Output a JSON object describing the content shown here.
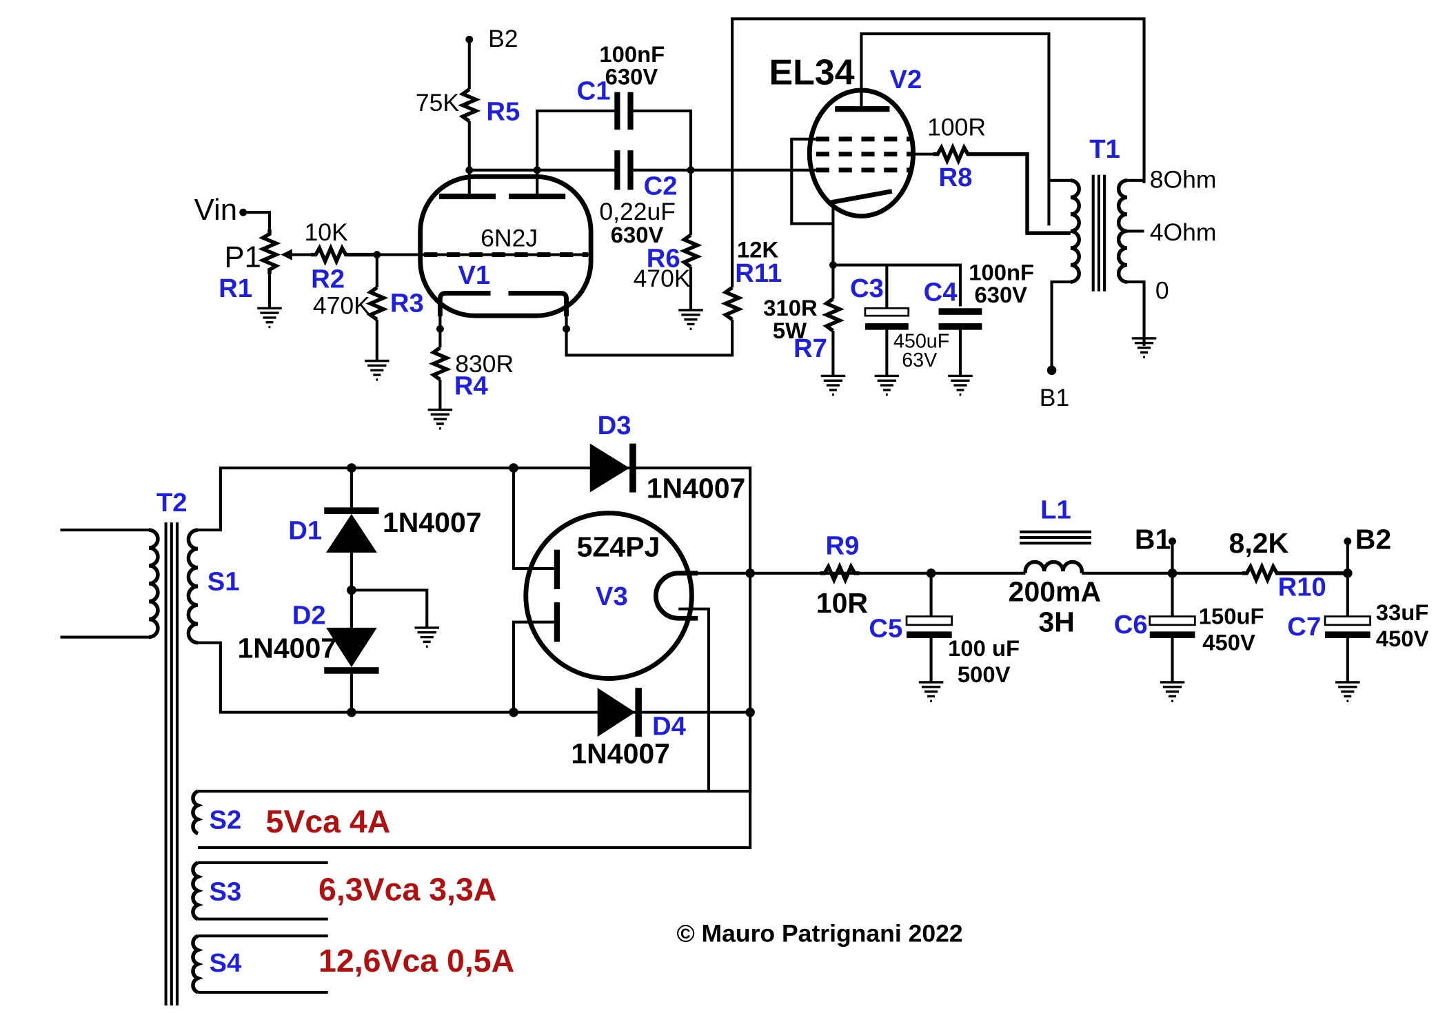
{
  "labels": {
    "b2_top": "B2",
    "r5_val": "75K",
    "r5": "R5",
    "c1": "C1",
    "c1_val1": "100nF",
    "c1_val2": "630V",
    "c2": "C2",
    "c2_val1": "0,22uF",
    "c2_val2": "630V",
    "v1_type": "6N2J",
    "v1": "V1",
    "vin": "Vin",
    "p1": "P1",
    "r1": "R1",
    "r2_val": "10K",
    "r2": "R2",
    "r3_val": "470K",
    "r3": "R3",
    "r4_val": "830R",
    "r4": "R4",
    "r6": "R6",
    "r6_val": "470K",
    "r11_val": "12K",
    "r11": "R11",
    "v2_type": "EL34",
    "v2": "V2",
    "r8_val": "100R",
    "r8": "R8",
    "r7_val1": "310R",
    "r7_val2": "5W",
    "r7": "R7",
    "c3": "C3",
    "c3_val1": "450uF",
    "c3_val2": "63V",
    "c4": "C4",
    "c4_val1": "100nF",
    "c4_val2": "630V",
    "t1": "T1",
    "tap_8": "8Ohm",
    "tap_4": "4Ohm",
    "tap_0": "0",
    "b1_out": "B1",
    "t2": "T2",
    "s1": "S1",
    "d1": "D1",
    "d1_val": "1N4007",
    "d2": "D2",
    "d2_val": "1N4007",
    "d3": "D3",
    "d3_val": "1N4007",
    "d4": "D4",
    "d4_val": "1N4007",
    "v3_type": "5Z4PJ",
    "v3": "V3",
    "r9": "R9",
    "r9_val": "10R",
    "c5": "C5",
    "c5_val1": "100 uF",
    "c5_val2": "500V",
    "l1": "L1",
    "l1_val1": "200mA",
    "l1_val2": "3H",
    "b1_supply": "B1",
    "r10_val": "8,2K",
    "r10": "R10",
    "b2_supply": "B2",
    "c6": "C6",
    "c6_val1": "150uF",
    "c6_val2": "450V",
    "c7": "C7",
    "c7_val1": "33uF",
    "c7_val2": "450V",
    "s2": "S2",
    "s2_val": "5Vca 4A",
    "s3": "S3",
    "s3_val": "6,3Vca 3,3A",
    "s4": "S4",
    "s4_val": "12,6Vca 0,5A",
    "copyright": "© Mauro Patrignani 2022"
  },
  "colors": {
    "designator": "#1f1fe0",
    "secondary_rating": "#b11010",
    "wire": "#000000"
  }
}
